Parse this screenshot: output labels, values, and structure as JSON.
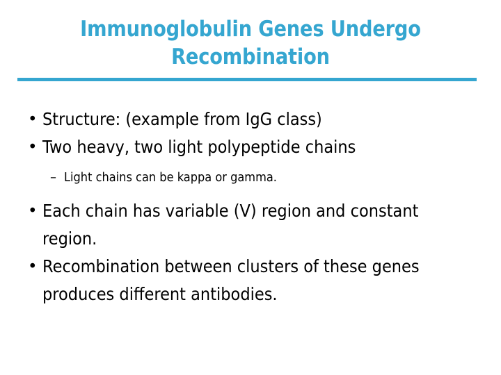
{
  "slide": {
    "title": {
      "line1": "Immunoglobulin Genes Undergo",
      "line2": "Recombination",
      "color": "#35a6d0"
    },
    "divider": {
      "color": "#35a6d0"
    },
    "body": {
      "text_color": "#000000",
      "bullets": [
        {
          "level": 1,
          "marker": "•",
          "text": "Structure: (example from IgG class)"
        },
        {
          "level": 1,
          "marker": "•",
          "text": "Two heavy, two light polypeptide chains"
        },
        {
          "level": 2,
          "marker": "–",
          "text": "Light chains can be kappa or gamma."
        },
        {
          "level": 1,
          "marker": "•",
          "text": "Each chain has variable (V) region and constant region."
        },
        {
          "level": 1,
          "marker": "•",
          "text": "Recombination between clusters of these genes produces different antibodies."
        }
      ]
    }
  }
}
